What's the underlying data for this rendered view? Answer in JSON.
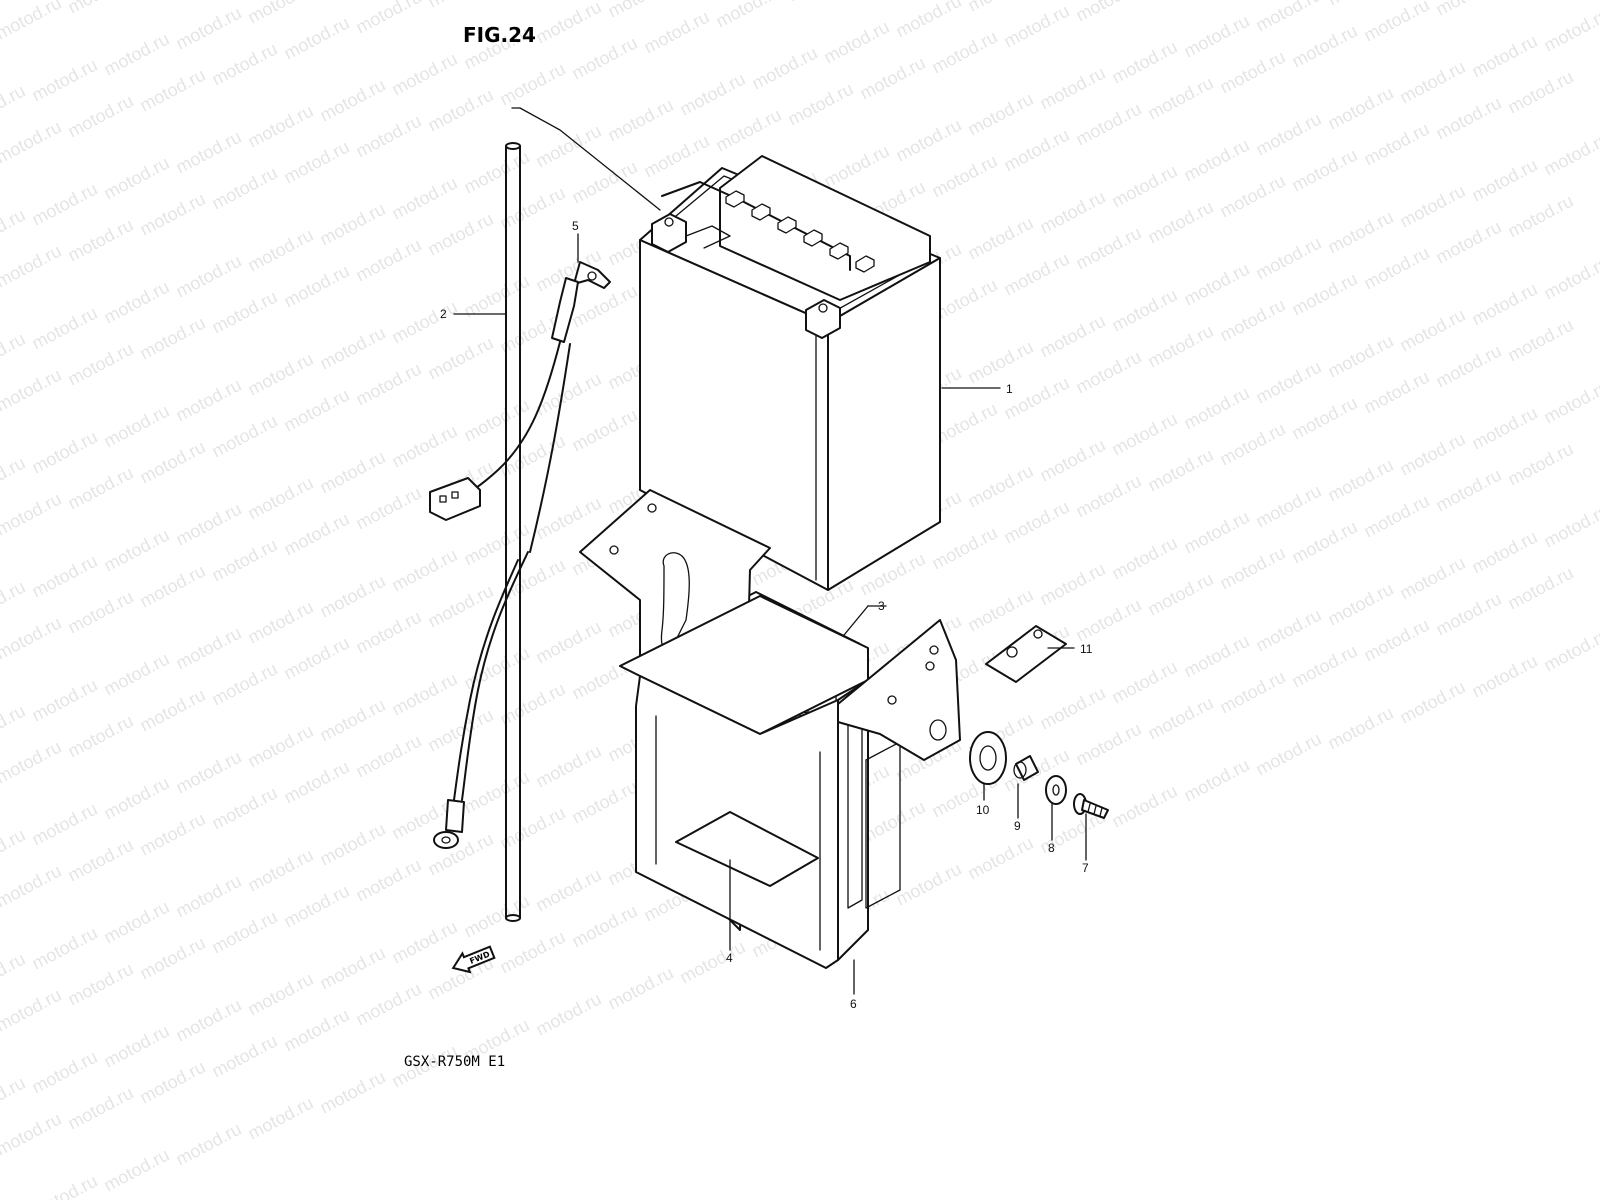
{
  "figure": {
    "title": "FIG.24",
    "model": "GSX-R750M E1",
    "fwd_label": "FWD",
    "watermark_text": "motod.ru"
  },
  "callouts": {
    "p1": "1",
    "p2": "2",
    "p3": "3",
    "p4": "4",
    "p5": "5",
    "p6": "6",
    "p7": "7",
    "p8": "8",
    "p9": "9",
    "p10": "10",
    "p11": "11"
  },
  "colors": {
    "line": "#111111",
    "background": "#ffffff"
  }
}
